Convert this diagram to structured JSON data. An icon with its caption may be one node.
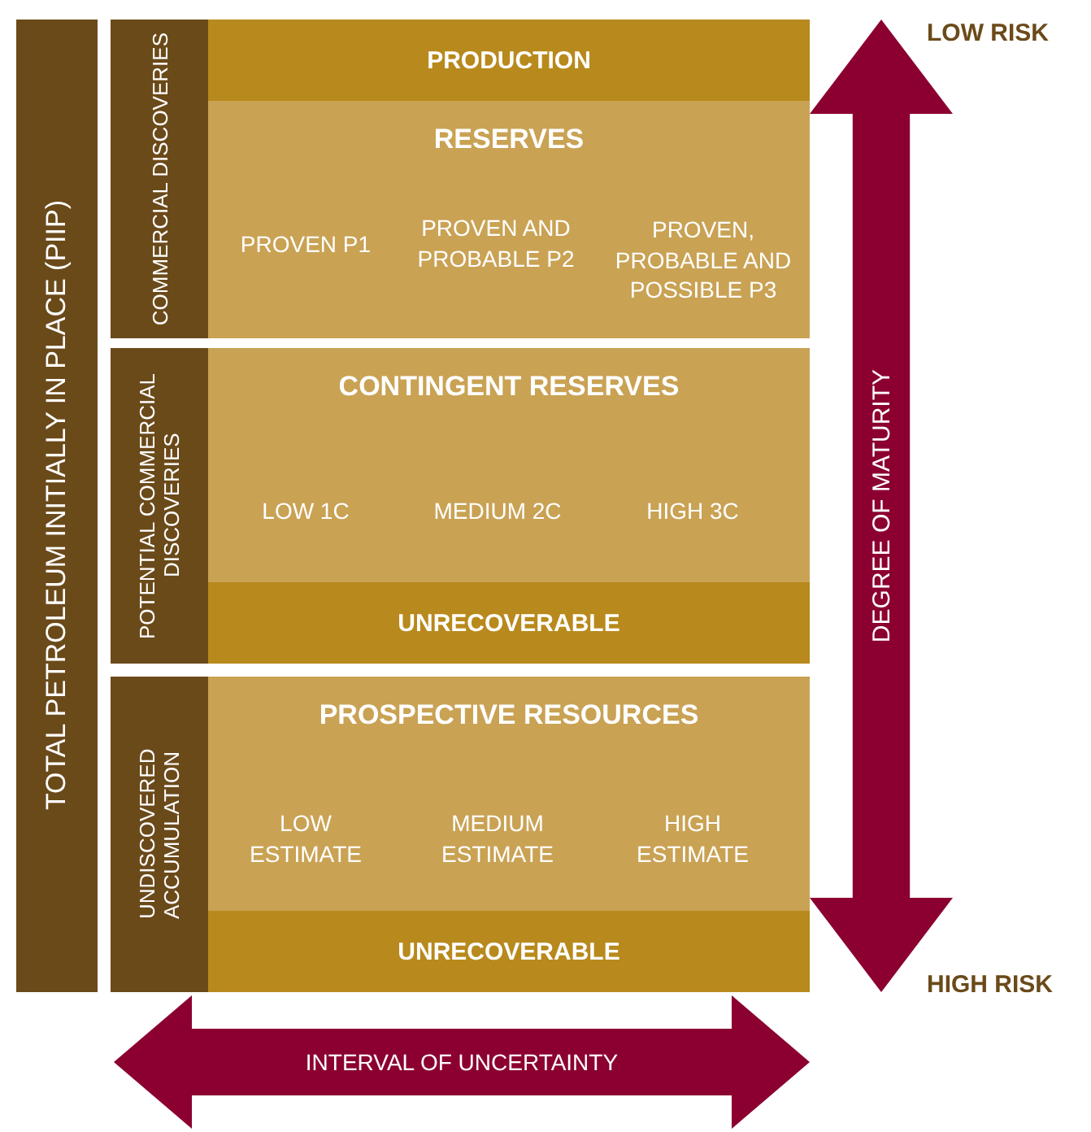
{
  "diagram": {
    "nodes": [
      {
        "text": [
          "TOTAL PETROLEUM INITIALLY IN PLACE (PIIP)"
        ]
      },
      {
        "text": [
          "COMMERCIAL DISCOVERIES"
        ]
      },
      {
        "text": [
          "PRODUCTION"
        ]
      },
      {
        "text": [
          "RESERVES"
        ]
      },
      {
        "text": [
          "PROVEN P1"
        ],
        "in": 3
      },
      {
        "text": [
          "PROVEN AND PROBABLE P2"
        ],
        "in": 3
      },
      {
        "text": [
          "PROVEN, PROBABLE AND POSSIBLE P3"
        ],
        "in": 3
      },
      {
        "text": [
          "POTENTIAL COMMERCIAL DISCOVERIES"
        ]
      },
      {
        "text": [
          "CONTINGENT RESERVES"
        ]
      },
      {
        "text": [
          "LOW 1C"
        ],
        "in": 8
      },
      {
        "text": [
          "MEDIUM 2C"
        ],
        "in": 8
      },
      {
        "text": [
          "HIGH 3C"
        ],
        "in": 8
      },
      {
        "text": [
          "UNRECOVERABLE"
        ]
      },
      {
        "text": [
          "UNDISCOVERED ACCUMULATION"
        ]
      },
      {
        "text": [
          "PROSPECTIVE RESOURCES"
        ]
      },
      {
        "text": [
          "LOW ESTIMATE"
        ],
        "in": 14
      },
      {
        "text": [
          "MEDIUM ESTIMATE"
        ],
        "in": 14
      },
      {
        "text": [
          "HIGH ESTIMATE"
        ],
        "in": 14
      },
      {
        "text": [
          "UNRECOVERABLE"
        ]
      },
      {
        "text": [
          "DEGREE OF MATURITY"
        ]
      },
      {
        "text": [
          "INTERVAL OF UNCERTAINTY"
        ]
      }
    ],
    "labels": [
      "LOW RISK",
      "HIGH RISK"
    ]
  }
}
